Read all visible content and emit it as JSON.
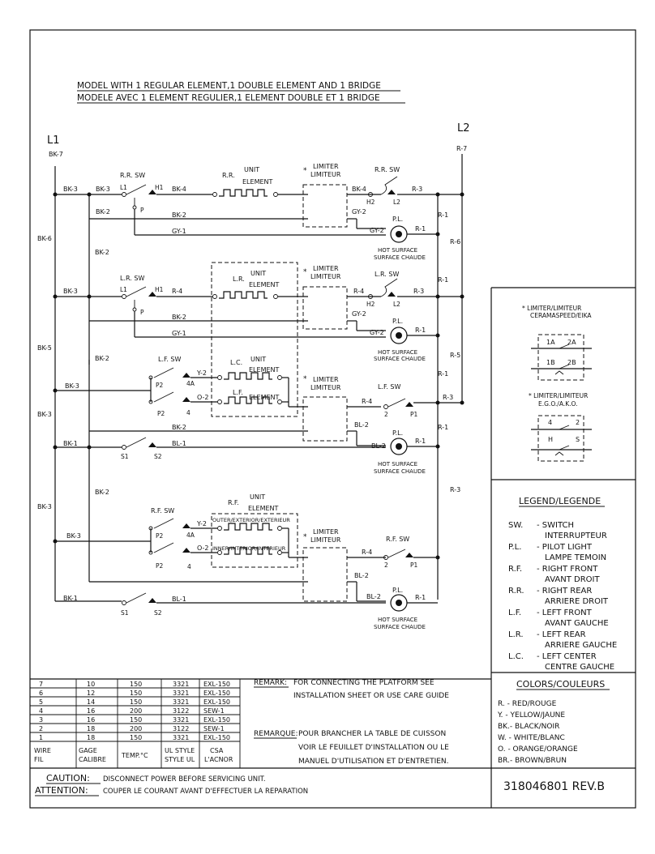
{
  "title": {
    "line1": "MODEL WITH 1 REGULAR ELEMENT,1 DOUBLE ELEMENT AND 1 BRIDGE",
    "line2": "MODELE AVEC 1 ELEMENT REGULIER,1 ELEMENT DOUBLE ET 1 BRIDGE"
  },
  "rails": {
    "l1": "L1",
    "l2": "L2",
    "bk7": "BK-7",
    "r7": "R-7"
  },
  "wires": {
    "bk3": "BK-3",
    "bk2": "BK-2",
    "bk4": "BK-4",
    "bk6": "BK-6",
    "bk5": "BK-5",
    "bk1": "BK-1",
    "gy1": "GY-1",
    "gy2": "GY-2",
    "r1": "R-1",
    "r3": "R-3",
    "r4": "R-4",
    "r5": "R-5",
    "r6": "R-6",
    "bl1": "BL-1",
    "bl2": "BL-2",
    "y2": "Y-2",
    "o2": "O-2"
  },
  "terminals": {
    "l1": "L1",
    "h1": "H1",
    "h2": "H2",
    "l2": "L2",
    "p": "P",
    "p1": "P1",
    "p2": "P2",
    "t2": "2",
    "t4": "4",
    "t4a": "4A",
    "s1": "S1",
    "s2": "S2"
  },
  "switches": {
    "rr": "R.R. SW",
    "lr": "L.R. SW",
    "lf": "L.F. SW",
    "rf": "R.F. SW"
  },
  "elements": {
    "rr": "R.R.",
    "lr": "L.R.",
    "lc": "L.C.",
    "lf": "L.F.",
    "rf": "R.F.",
    "unit": "UNIT",
    "element": "ELEMENT",
    "outer": "OUTER/EXTERIOR/EXTERIEUR",
    "inner": "INNER/INTERIOR/INTERIEUR"
  },
  "limiter": {
    "star": "*",
    "line1": "LIMITER",
    "line2": "LIMITEUR"
  },
  "pilot": {
    "label": "P.L.",
    "hot1": "HOT SURFACE",
    "hot2": "SURFACE CHAUDE"
  },
  "limiter_types": {
    "type1_l1": "* LIMITER/LIMITEUR",
    "type1_l2": "CERAMASPEED/EIKA",
    "type2_l1": "* LIMITER/LIMITEUR",
    "type2_l2": "E.G.O./A.K.O.",
    "t1": {
      "a": "1A",
      "b": "2A",
      "c": "1B",
      "d": "2B"
    },
    "t2": {
      "a": "4",
      "b": "2",
      "c": "H",
      "d": "S"
    }
  },
  "legend": {
    "title": "LEGEND/LEGENDE",
    "items": [
      {
        "abbr": "SW.",
        "en": "- SWITCH",
        "fr": "INTERRUPTEUR"
      },
      {
        "abbr": "P.L.",
        "en": "- PILOT LIGHT",
        "fr": "LAMPE TEMOIN"
      },
      {
        "abbr": "R.F.",
        "en": "- RIGHT FRONT",
        "fr": "AVANT DROIT"
      },
      {
        "abbr": "R.R.",
        "en": "- RIGHT REAR",
        "fr": "ARRIERE DROIT"
      },
      {
        "abbr": "L.F.",
        "en": "- LEFT FRONT",
        "fr": "AVANT GAUCHE"
      },
      {
        "abbr": "L.R.",
        "en": "- LEFT REAR",
        "fr": "ARRIERE GAUCHE"
      },
      {
        "abbr": "L.C.",
        "en": "- LEFT CENTER",
        "fr": "CENTRE GAUCHE"
      }
    ]
  },
  "colors": {
    "title": "COLORS/COULEURS",
    "items": [
      "R.  - RED/ROUGE",
      "Y.  - YELLOW/JAUNE",
      "BK.- BLACK/NOIR",
      "W.  - WHITE/BLANC",
      "O.  - ORANGE/ORANGE",
      "BR.- BROWN/BRUN"
    ]
  },
  "wire_table": {
    "rows": [
      [
        "7",
        "10",
        "150",
        "3321",
        "EXL-150"
      ],
      [
        "6",
        "12",
        "150",
        "3321",
        "EXL-150"
      ],
      [
        "5",
        "14",
        "150",
        "3321",
        "EXL-150"
      ],
      [
        "4",
        "16",
        "200",
        "3122",
        "SEW-1"
      ],
      [
        "3",
        "16",
        "150",
        "3321",
        "EXL-150"
      ],
      [
        "2",
        "18",
        "200",
        "3122",
        "SEW-1"
      ],
      [
        "1",
        "18",
        "150",
        "3321",
        "EXL-150"
      ]
    ],
    "headers": [
      [
        "WIRE",
        "FIL"
      ],
      [
        "GAGE",
        "CALIBRE"
      ],
      [
        "TEMP.°C",
        ""
      ],
      [
        "UL STYLE",
        "STYLE UL"
      ],
      [
        "CSA",
        "L'ACNOR"
      ]
    ]
  },
  "remark": {
    "en_label": "REMARK:",
    "en_1": "FOR CONNECTING THE PLATFORM SEE",
    "en_2": "INSTALLATION SHEET OR USE CARE GUIDE",
    "fr_label": "REMARQUE:",
    "fr_1": "POUR BRANCHER LA TABLE DE CUISSON",
    "fr_2": "VOIR LE FEUILLET D'INSTALLATION OU LE",
    "fr_3": "MANUEL D'UTILISATION ET D'ENTRETIEN."
  },
  "caution": {
    "en_label": "CAUTION:",
    "en_text": "DISCONNECT POWER BEFORE SERVICING UNIT.",
    "fr_label": "ATTENTION:",
    "fr_text": "COUPER LE COURANT AVANT D'EFFECTUER LA REPARATION"
  },
  "part_number": "318046801 REV.B"
}
